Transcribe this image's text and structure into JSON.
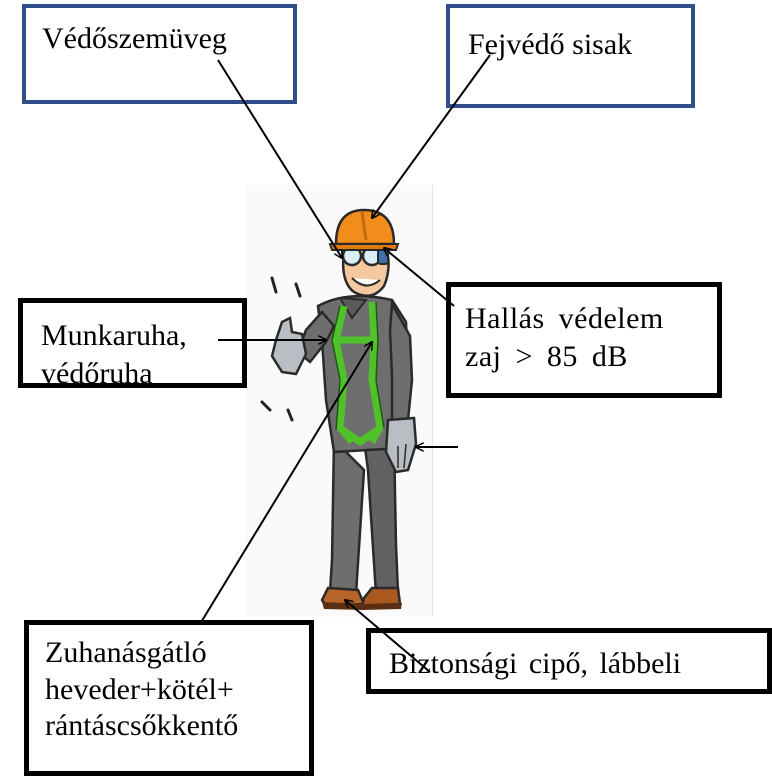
{
  "labels": {
    "goggles": "Védőszemüveg",
    "helmet": "Fejvédő sisak",
    "hearing": "Hallás védelem\nzaj > 85 dB",
    "workwear": "Munkaruha,\nvédőruha",
    "harness": "Zuhanásgátló\nheveder+kötél+\nrántáscsőkkentő",
    "boots": "Biztonsági cipő, lábbeli"
  },
  "colors": {
    "blue_border": "#2f4f8a",
    "black_border": "#000000",
    "helmet": "#f28c1a",
    "overall": "#6e6e6e",
    "harness": "#4fc12a",
    "gloves": "#b8bec4",
    "boots": "#b8652a",
    "skin": "#f4c9a0"
  },
  "icons": {
    "figure": "worker-figure"
  }
}
